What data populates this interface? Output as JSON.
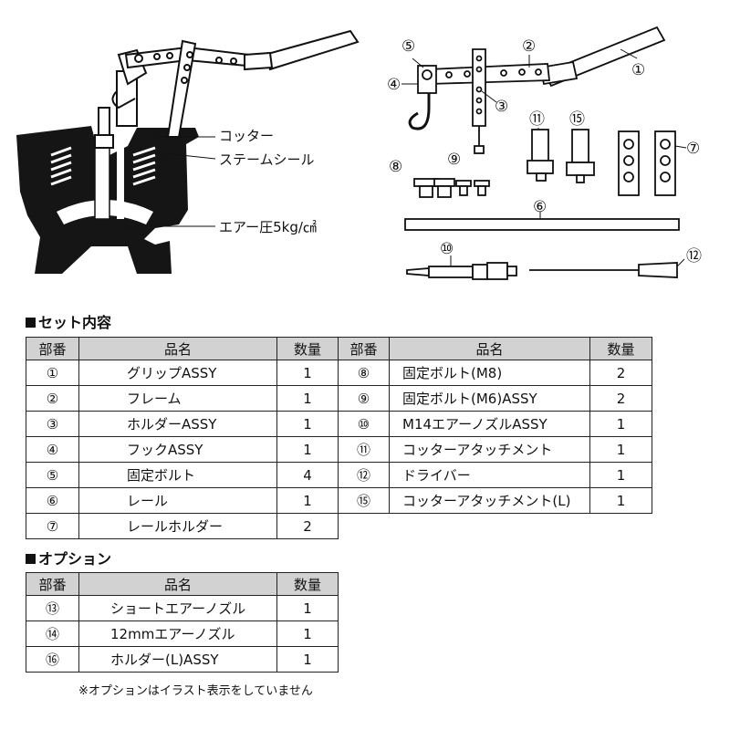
{
  "diagram": {
    "callouts": {
      "cotter": "コッター",
      "stem_seal": "ステームシール",
      "air_pressure": "エアー圧5kg/㎠"
    },
    "part_markers": [
      "⑤",
      "②",
      "①",
      "④",
      "③",
      "⑪",
      "⑮",
      "⑦",
      "⑧",
      "⑨",
      "⑥",
      "⑩",
      "⑫"
    ]
  },
  "set_contents": {
    "title": "セット内容",
    "headers": [
      "部番",
      "品名",
      "数量",
      "部番",
      "品名",
      "数量"
    ],
    "left": [
      {
        "no": "①",
        "name": "グリップASSY",
        "qty": "1"
      },
      {
        "no": "②",
        "name": "フレーム",
        "qty": "1"
      },
      {
        "no": "③",
        "name": "ホルダーASSY",
        "qty": "1"
      },
      {
        "no": "④",
        "name": "フックASSY",
        "qty": "1"
      },
      {
        "no": "⑤",
        "name": "固定ボルト",
        "qty": "4"
      },
      {
        "no": "⑥",
        "name": "レール",
        "qty": "1"
      },
      {
        "no": "⑦",
        "name": "レールホルダー",
        "qty": "2"
      }
    ],
    "right": [
      {
        "no": "⑧",
        "name": "固定ボルト(M8)",
        "qty": "2"
      },
      {
        "no": "⑨",
        "name": "固定ボルト(M6)ASSY",
        "qty": "2"
      },
      {
        "no": "⑩",
        "name": "M14エアーノズルASSY",
        "qty": "1"
      },
      {
        "no": "⑪",
        "name": "コッターアタッチメント",
        "qty": "1"
      },
      {
        "no": "⑫",
        "name": "ドライバー",
        "qty": "1"
      },
      {
        "no": "⑮",
        "name": "コッターアタッチメント(L)",
        "qty": "1"
      }
    ]
  },
  "options": {
    "title": "オプション",
    "headers": [
      "部番",
      "品名",
      "数量"
    ],
    "rows": [
      {
        "no": "⑬",
        "name": "ショートエアーノズル",
        "qty": "1"
      },
      {
        "no": "⑭",
        "name": "12mmエアーノズル",
        "qty": "1"
      },
      {
        "no": "⑯",
        "name": "ホルダー(L)ASSY",
        "qty": "1"
      }
    ],
    "note": "※オプションはイラスト表示をしていません"
  }
}
